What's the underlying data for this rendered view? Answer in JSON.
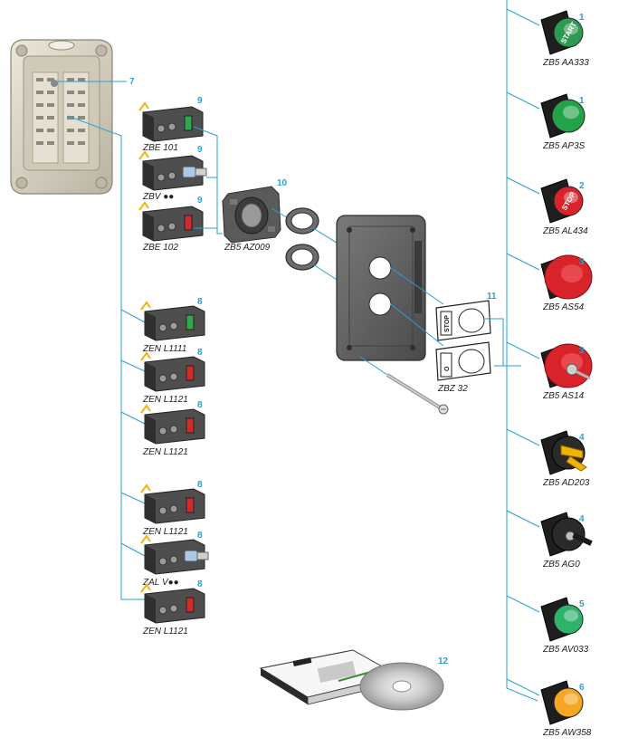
{
  "colors": {
    "leader": "#2a9fd6",
    "callout": "#2a9fd6",
    "enclosure": "#5e5e5e",
    "base": "#d8d3c4",
    "green": "#22a34a",
    "red": "#d8232a",
    "yellow": "#f2b400",
    "orange": "#f5a623"
  },
  "enclosure_base": {
    "callout": "7"
  },
  "blocks_top": [
    {
      "label": "ZBE 101",
      "callout": "9",
      "color": "#2ea84a"
    },
    {
      "label": "ZBV ●●",
      "callout": "9",
      "color": "#a9c9e6"
    },
    {
      "label": "ZBE 102",
      "callout": "9",
      "color": "#d02a2a"
    }
  ],
  "fixing_collar": {
    "label": "ZB5 AZ009",
    "callout": "10"
  },
  "legend_holder": {
    "label": "ZBZ 32",
    "callout": "11",
    "legend_texts": [
      "STOP",
      "O"
    ]
  },
  "contact_blocks": [
    {
      "label": "ZEN L1111",
      "callout": "8",
      "color": "#2ea84a"
    },
    {
      "label": "ZEN L1121",
      "callout": "8",
      "color": "#d02a2a"
    },
    {
      "label": "ZEN L1121",
      "callout": "8",
      "color": "#d02a2a"
    },
    {
      "label": "ZEN L1121",
      "callout": "8",
      "color": "#d02a2a"
    },
    {
      "label": "ZAL V●●",
      "callout": "8",
      "color": "#a9c9e6"
    },
    {
      "label": "ZEN L1121",
      "callout": "8",
      "color": "#d02a2a"
    }
  ],
  "operators": [
    {
      "label": "ZB5 AA333",
      "callout": "1",
      "kind": "flush",
      "color": "#2e9a50",
      "text": "START"
    },
    {
      "label": "ZB5 AP3S",
      "callout": "1",
      "kind": "mushroom-small",
      "color": "#22a34a",
      "text": ""
    },
    {
      "label": "ZB5 AL434",
      "callout": "2",
      "kind": "flush",
      "color": "#d8232a",
      "text": "STOP"
    },
    {
      "label": "ZB5 AS54",
      "callout": "3",
      "kind": "mushroom-large",
      "color": "#d8232a",
      "text": ""
    },
    {
      "label": "ZB5 AS14",
      "callout": "3",
      "kind": "mushroom-key",
      "color": "#d8232a",
      "text": ""
    },
    {
      "label": "ZB5 AD203",
      "callout": "4",
      "kind": "selector",
      "color": "#f2b400",
      "text": ""
    },
    {
      "label": "ZB5 AG0",
      "callout": "4",
      "kind": "key",
      "color": "#222222",
      "text": ""
    },
    {
      "label": "ZB5 AV033",
      "callout": "5",
      "kind": "pilot",
      "color": "#2fb36a",
      "text": ""
    },
    {
      "label": "ZB5 AW358",
      "callout": "6",
      "kind": "pilot",
      "color": "#f5a623",
      "text": ""
    }
  ],
  "docs": {
    "callout": "12"
  }
}
